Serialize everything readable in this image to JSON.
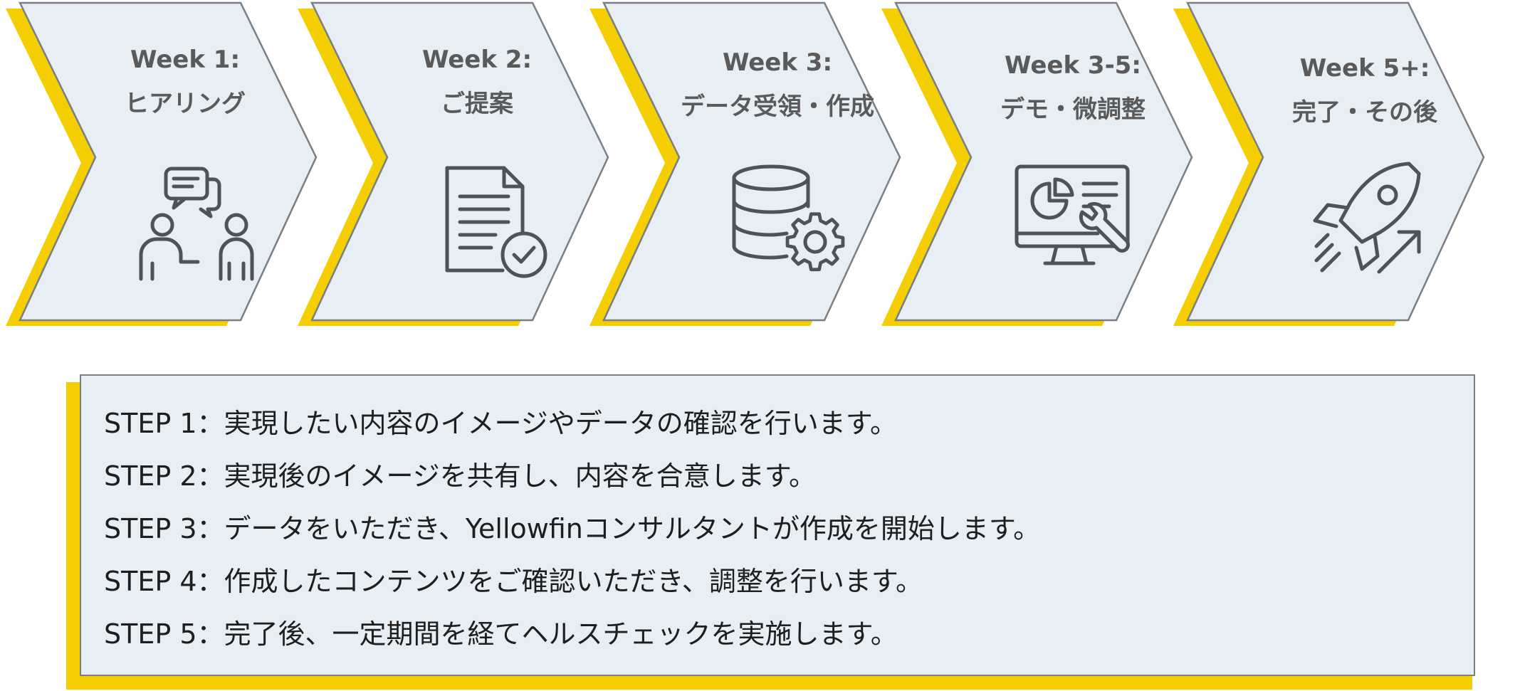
{
  "colors": {
    "accent_yellow": "#f5ce00",
    "panel_fill": "#e7eef4",
    "outline": "#7a7f85",
    "icon_stroke": "#4d5358",
    "label_text": "#5a5a5a"
  },
  "steps": [
    {
      "week": "Week 1:",
      "name": "ヒアリング",
      "icon": "meeting-conversation-icon"
    },
    {
      "week": "Week 2:",
      "name": "ご提案",
      "icon": "approved-document-icon"
    },
    {
      "week": "Week 3:",
      "name": "データ受領・作成",
      "icon": "database-gear-icon"
    },
    {
      "week": "Week 3-5:",
      "name": "デモ・微調整",
      "icon": "monitor-chart-wrench-icon"
    },
    {
      "week": "Week 5+:",
      "name": "完了・その後",
      "icon": "rocket-launch-icon"
    }
  ],
  "descriptions": [
    "STEP 1：実現したい内容のイメージやデータの確認を行います。",
    "STEP 2：実現後のイメージを共有し、内容を合意します。",
    "STEP 3：データをいただき、Yellowfinコンサルタントが作成を開始します。",
    "STEP 4：作成したコンテンツをご確認いただき、調整を行います。",
    "STEP 5：完了後、一定期間を経てヘルスチェックを実施します。"
  ]
}
